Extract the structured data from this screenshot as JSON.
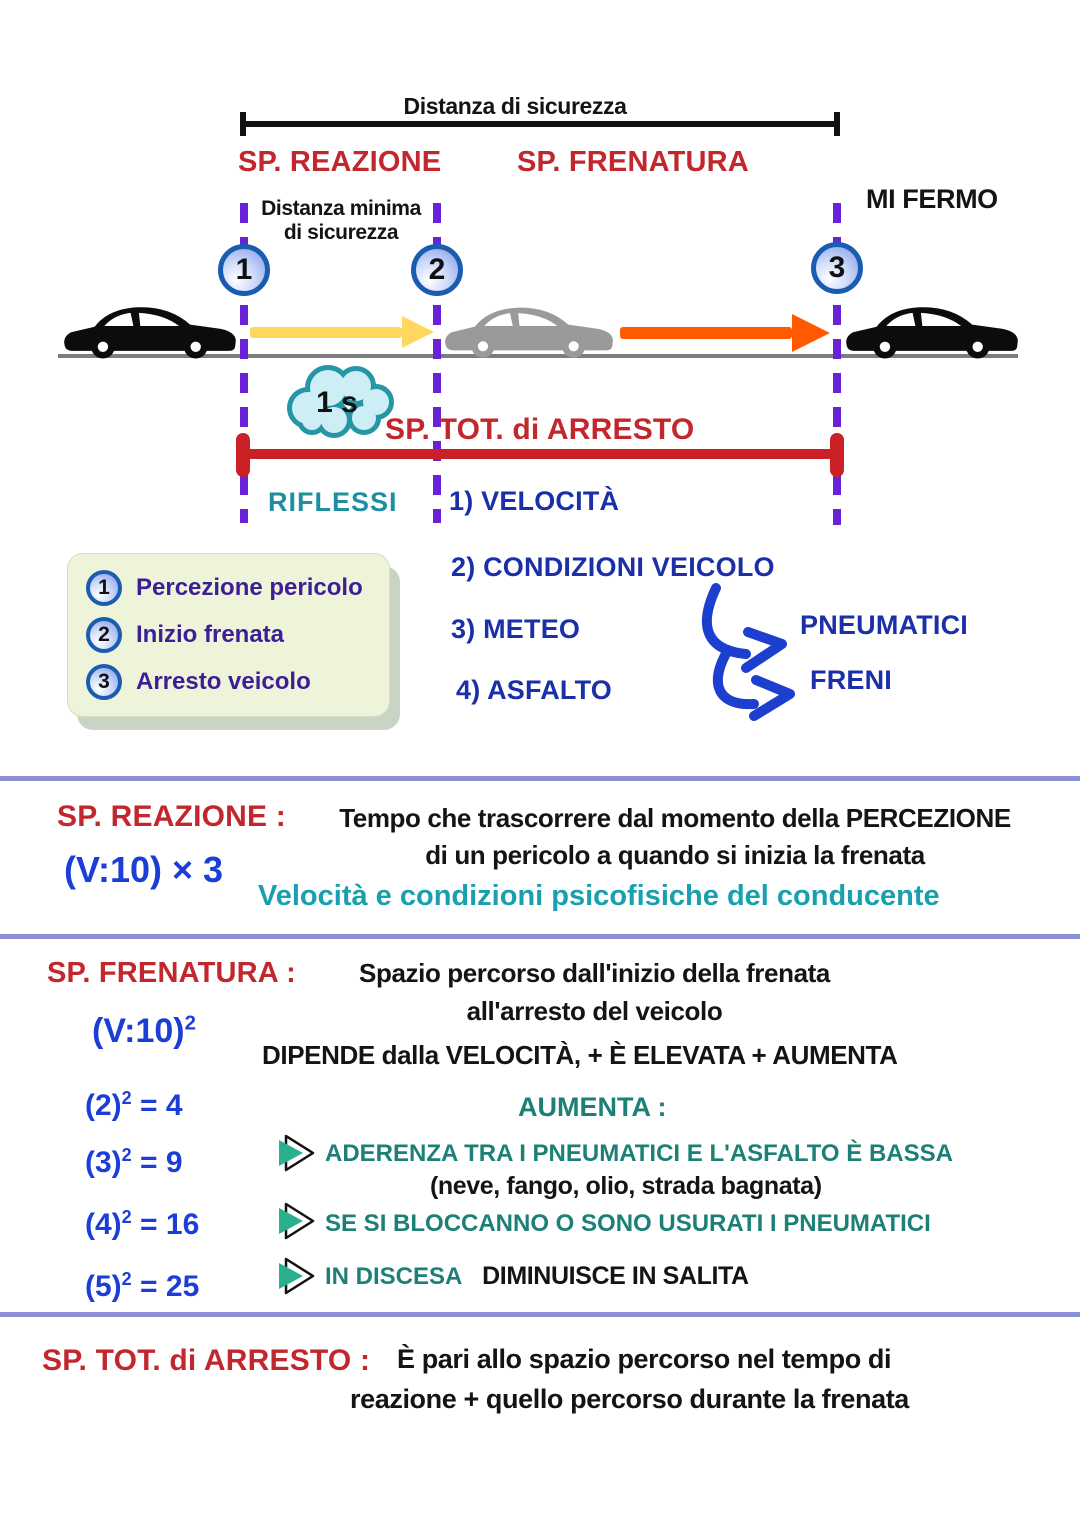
{
  "colors": {
    "heading_red": "#c1272d",
    "formula_blue": "#1c3ed8",
    "list_blue": "#1b2fa8",
    "teal_note": "#18a0ae",
    "teal_label": "#1f8fa0",
    "green_teal": "#1d8076",
    "purple_dash": "#6a22d8",
    "legend_text_purple": "#3d1e96",
    "separator": "#8d92d8",
    "red_bracket": "#cc2027",
    "yellow_arrow": "#ffd75e",
    "orange_arrow": "#ff5a00",
    "cloud_fill": "#cdeef5",
    "cloud_stroke": "#2596a5",
    "legend_box": "#eef4d9",
    "marker_ring": "#1a5cb0"
  },
  "diagram": {
    "top_label": "Distanza di sicurezza",
    "sp_reazione": "SP. REAZIONE",
    "sp_frenatura": "SP. FRENATURA",
    "mi_fermo": "MI FERMO",
    "dist_min_line1": "Distanza minima",
    "dist_min_line2": "di sicurezza",
    "markers": [
      "1",
      "2",
      "3"
    ],
    "cloud_label": "1 s",
    "sp_tot_label": "SP. TOT. di ARRESTO",
    "riflessi_label": "RIFLESSI",
    "factor_velocita": "1) VELOCITÀ"
  },
  "legend": {
    "items": [
      {
        "num": "1",
        "label": "Percezione pericolo"
      },
      {
        "num": "2",
        "label": "Inizio frenata"
      },
      {
        "num": "3",
        "label": "Arresto veicolo"
      }
    ]
  },
  "factors": {
    "condizioni": "2) CONDIZIONI VEICOLO",
    "meteo": "3) METEO",
    "asfalto": "4) ASFALTO",
    "pneumatici": "PNEUMATICI",
    "freni": "FRENI"
  },
  "reazione": {
    "heading": "SP. REAZIONE :",
    "desc_line1": "Tempo che trascorrere dal momento della PERCEZIONE",
    "desc_line2": "di un pericolo a quando si inizia la frenata",
    "formula": "(V:10) × 3",
    "note": "Velocità e condizioni psicofisiche del conducente"
  },
  "frenatura": {
    "heading": "SP. FRENATURA :",
    "desc_line1": "Spazio percorso dall'inizio della frenata",
    "desc_line2": "all'arresto del veicolo",
    "formula_base": "(V:10)",
    "formula_exp": "2",
    "depends": "DIPENDE dalla VELOCITÀ, + È ELEVATA + AUMENTA",
    "aumenta_heading": "AUMENTA :",
    "examples": [
      {
        "base": "(2)",
        "exp": "2",
        "rest": "= 4"
      },
      {
        "base": "(3)",
        "exp": "2",
        "rest": "= 9"
      },
      {
        "base": "(4)",
        "exp": "2",
        "rest": "= 16"
      },
      {
        "base": "(5)",
        "exp": "2",
        "rest": "= 25"
      }
    ],
    "bullet1_teal": "ADERENZA TRA I PNEUMATICI E L'ASFALTO È BASSA",
    "bullet1_black": "(neve, fango, olio, strada bagnata)",
    "bullet2_teal": "SE SI BLOCCANNO O SONO USURATI I PNEUMATICI",
    "bullet3_teal": "IN DISCESA",
    "bullet3_black": "DIMINUISCE IN SALITA"
  },
  "arresto": {
    "heading": "SP. TOT. di ARRESTO :",
    "desc_line1": "È pari allo spazio percorso nel tempo di",
    "desc_line2": "reazione + quello percorso durante la frenata"
  }
}
